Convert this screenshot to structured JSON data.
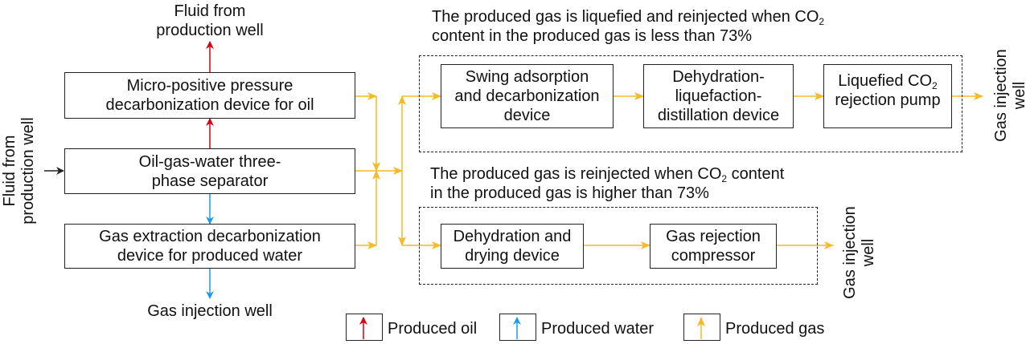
{
  "colors": {
    "oil": "#d7000f",
    "water": "#1e9be6",
    "gas": "#f6b928",
    "line": "#222222"
  },
  "labels": {
    "top_fluid": [
      "Fluid from",
      "production well"
    ],
    "left_fluid": [
      "Fluid from",
      "production well"
    ],
    "bottom_gas_well": "Gas injection well",
    "right_top_well": [
      "Gas injection",
      "well"
    ],
    "right_bottom_well": [
      "Gas injection",
      "well"
    ]
  },
  "boxes": {
    "oil_device": [
      "Micro-positive pressure",
      "decarbonization device for oil"
    ],
    "separator": [
      "Oil-gas-water three-",
      "phase separator"
    ],
    "water_device": [
      "Gas extraction decarbonization",
      "device for produced water"
    ],
    "swing": [
      "Swing adsorption",
      "and decarbonization",
      "device"
    ],
    "dehydration_liq": [
      "Dehydration-",
      "liquefaction-",
      "distillation device"
    ],
    "pump": {
      "line1_pre": "Liquefied CO",
      "line1_sub": "2",
      "line2": "rejection pump"
    },
    "drying": [
      "Dehydration and",
      "drying device"
    ],
    "compressor": [
      "Gas rejection",
      "compressor"
    ]
  },
  "groups": {
    "top": {
      "line1_pre": "The produced gas is liquefied and reinjected when CO",
      "line1_sub": "2",
      "line2": "content in the produced gas is less than 73%"
    },
    "bottom": {
      "line1_pre": "The produced gas is reinjected when CO",
      "line1_sub": "2",
      "line1_post": " content",
      "line2": "in the produced gas is higher than 73%"
    }
  },
  "legend": [
    {
      "label": "Produced oil",
      "stream": "oil"
    },
    {
      "label": "Produced water",
      "stream": "water"
    },
    {
      "label": "Produced gas",
      "stream": "gas"
    }
  ]
}
